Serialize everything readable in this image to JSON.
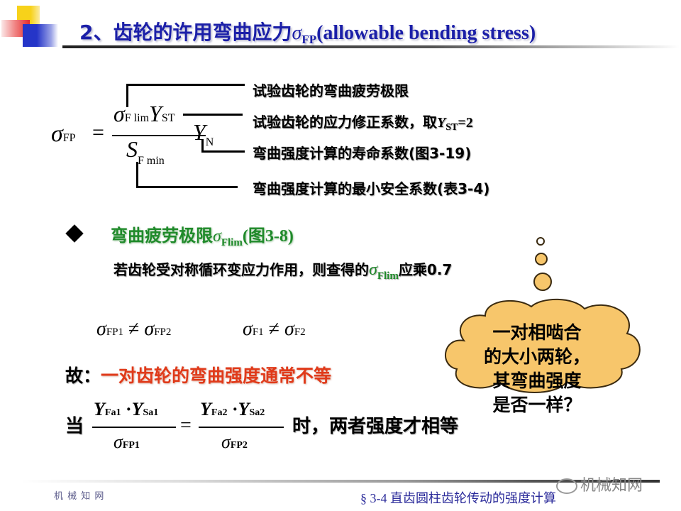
{
  "header": {
    "number": "2、",
    "title_cn": "齿轮的许用弯曲应力",
    "symbol": "σ",
    "symbol_sub": "FP",
    "title_en": "(allowable bending stress)"
  },
  "formula": {
    "lhs_symbol": "σ",
    "lhs_sub": "FP",
    "equals": "=",
    "num_sigma": "σ",
    "num_sigma_sub": "F lim",
    "num_Y": "Y",
    "num_Y_sub": "ST",
    "den_S": "S",
    "den_S_sub": "F min",
    "factor_Y": "Y",
    "factor_Y_sub": "N"
  },
  "annotations": [
    {
      "text": "试验齿轮的弯曲疲劳极限"
    },
    {
      "text": "试验齿轮的应力修正系数，取",
      "sym": "Y",
      "sym_sub": "ST",
      "tail": "=2"
    },
    {
      "text": "弯曲强度计算的寿命系数(图3-19)"
    },
    {
      "text": "弯曲强度计算的最小安全系数(表3-4)"
    }
  ],
  "bullet": {
    "heading": "弯曲疲劳极限",
    "symbol": "σ",
    "symbol_sub": "Flim",
    "ref": "(图3-8)",
    "note_pre": "若齿轮受对称循环变应力作用，则查得的",
    "note_sym": "σ",
    "note_sym_sub": "Flim",
    "note_post": "应乘0.7"
  },
  "inequalities": [
    {
      "a": "σ",
      "a_sub": "FP1",
      "op": "≠",
      "b": "σ",
      "b_sub": "FP2"
    },
    {
      "a": "σ",
      "a_sub": "F1",
      "op": "≠",
      "b": "σ",
      "b_sub": "F2"
    }
  ],
  "conclusion": {
    "label": "故：",
    "text": "一对齿轮的弯曲强度通常不等"
  },
  "condition": {
    "prefix": "当",
    "left_num": [
      {
        "s": "Y",
        "sub": "Fa1"
      },
      {
        "s": "Y",
        "sub": "Sa1"
      }
    ],
    "left_den": {
      "s": "σ",
      "sub": "FP1"
    },
    "equals": "=",
    "right_num": [
      {
        "s": "Y",
        "sub": "Fa2"
      },
      {
        "s": "Y",
        "sub": "Sa2"
      }
    ],
    "right_den": {
      "s": "σ",
      "sub": "FP2"
    },
    "dot": "·",
    "suffix": "时，两者强度才相等"
  },
  "callout": {
    "lines": [
      "一对相啮合",
      "的大小两轮，",
      "其弯曲强度",
      "是否一样？"
    ],
    "fill": "#f7c66b"
  },
  "footer": {
    "left": "机 械 知 网",
    "right": "§ 3-4  直齿圆柱齿轮传动的强度计算",
    "watermark": "机械知网"
  },
  "colors": {
    "title": "#1b1fa8",
    "green": "#1f8a2a",
    "red": "#e03a1a",
    "cloud": "#f7c66b"
  }
}
